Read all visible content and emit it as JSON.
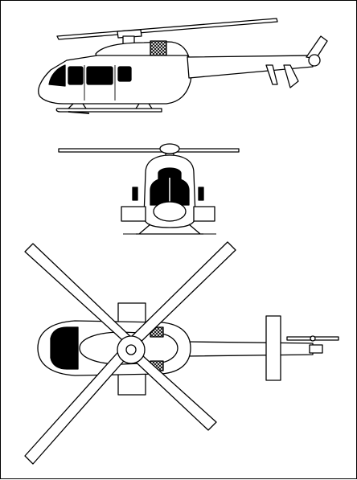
{
  "drawing": {
    "subject": "three-view-line-drawing",
    "views": [
      "side-view",
      "front-view",
      "top-view"
    ],
    "colors": {
      "ink": "#000000",
      "paper": "#ffffff"
    }
  }
}
